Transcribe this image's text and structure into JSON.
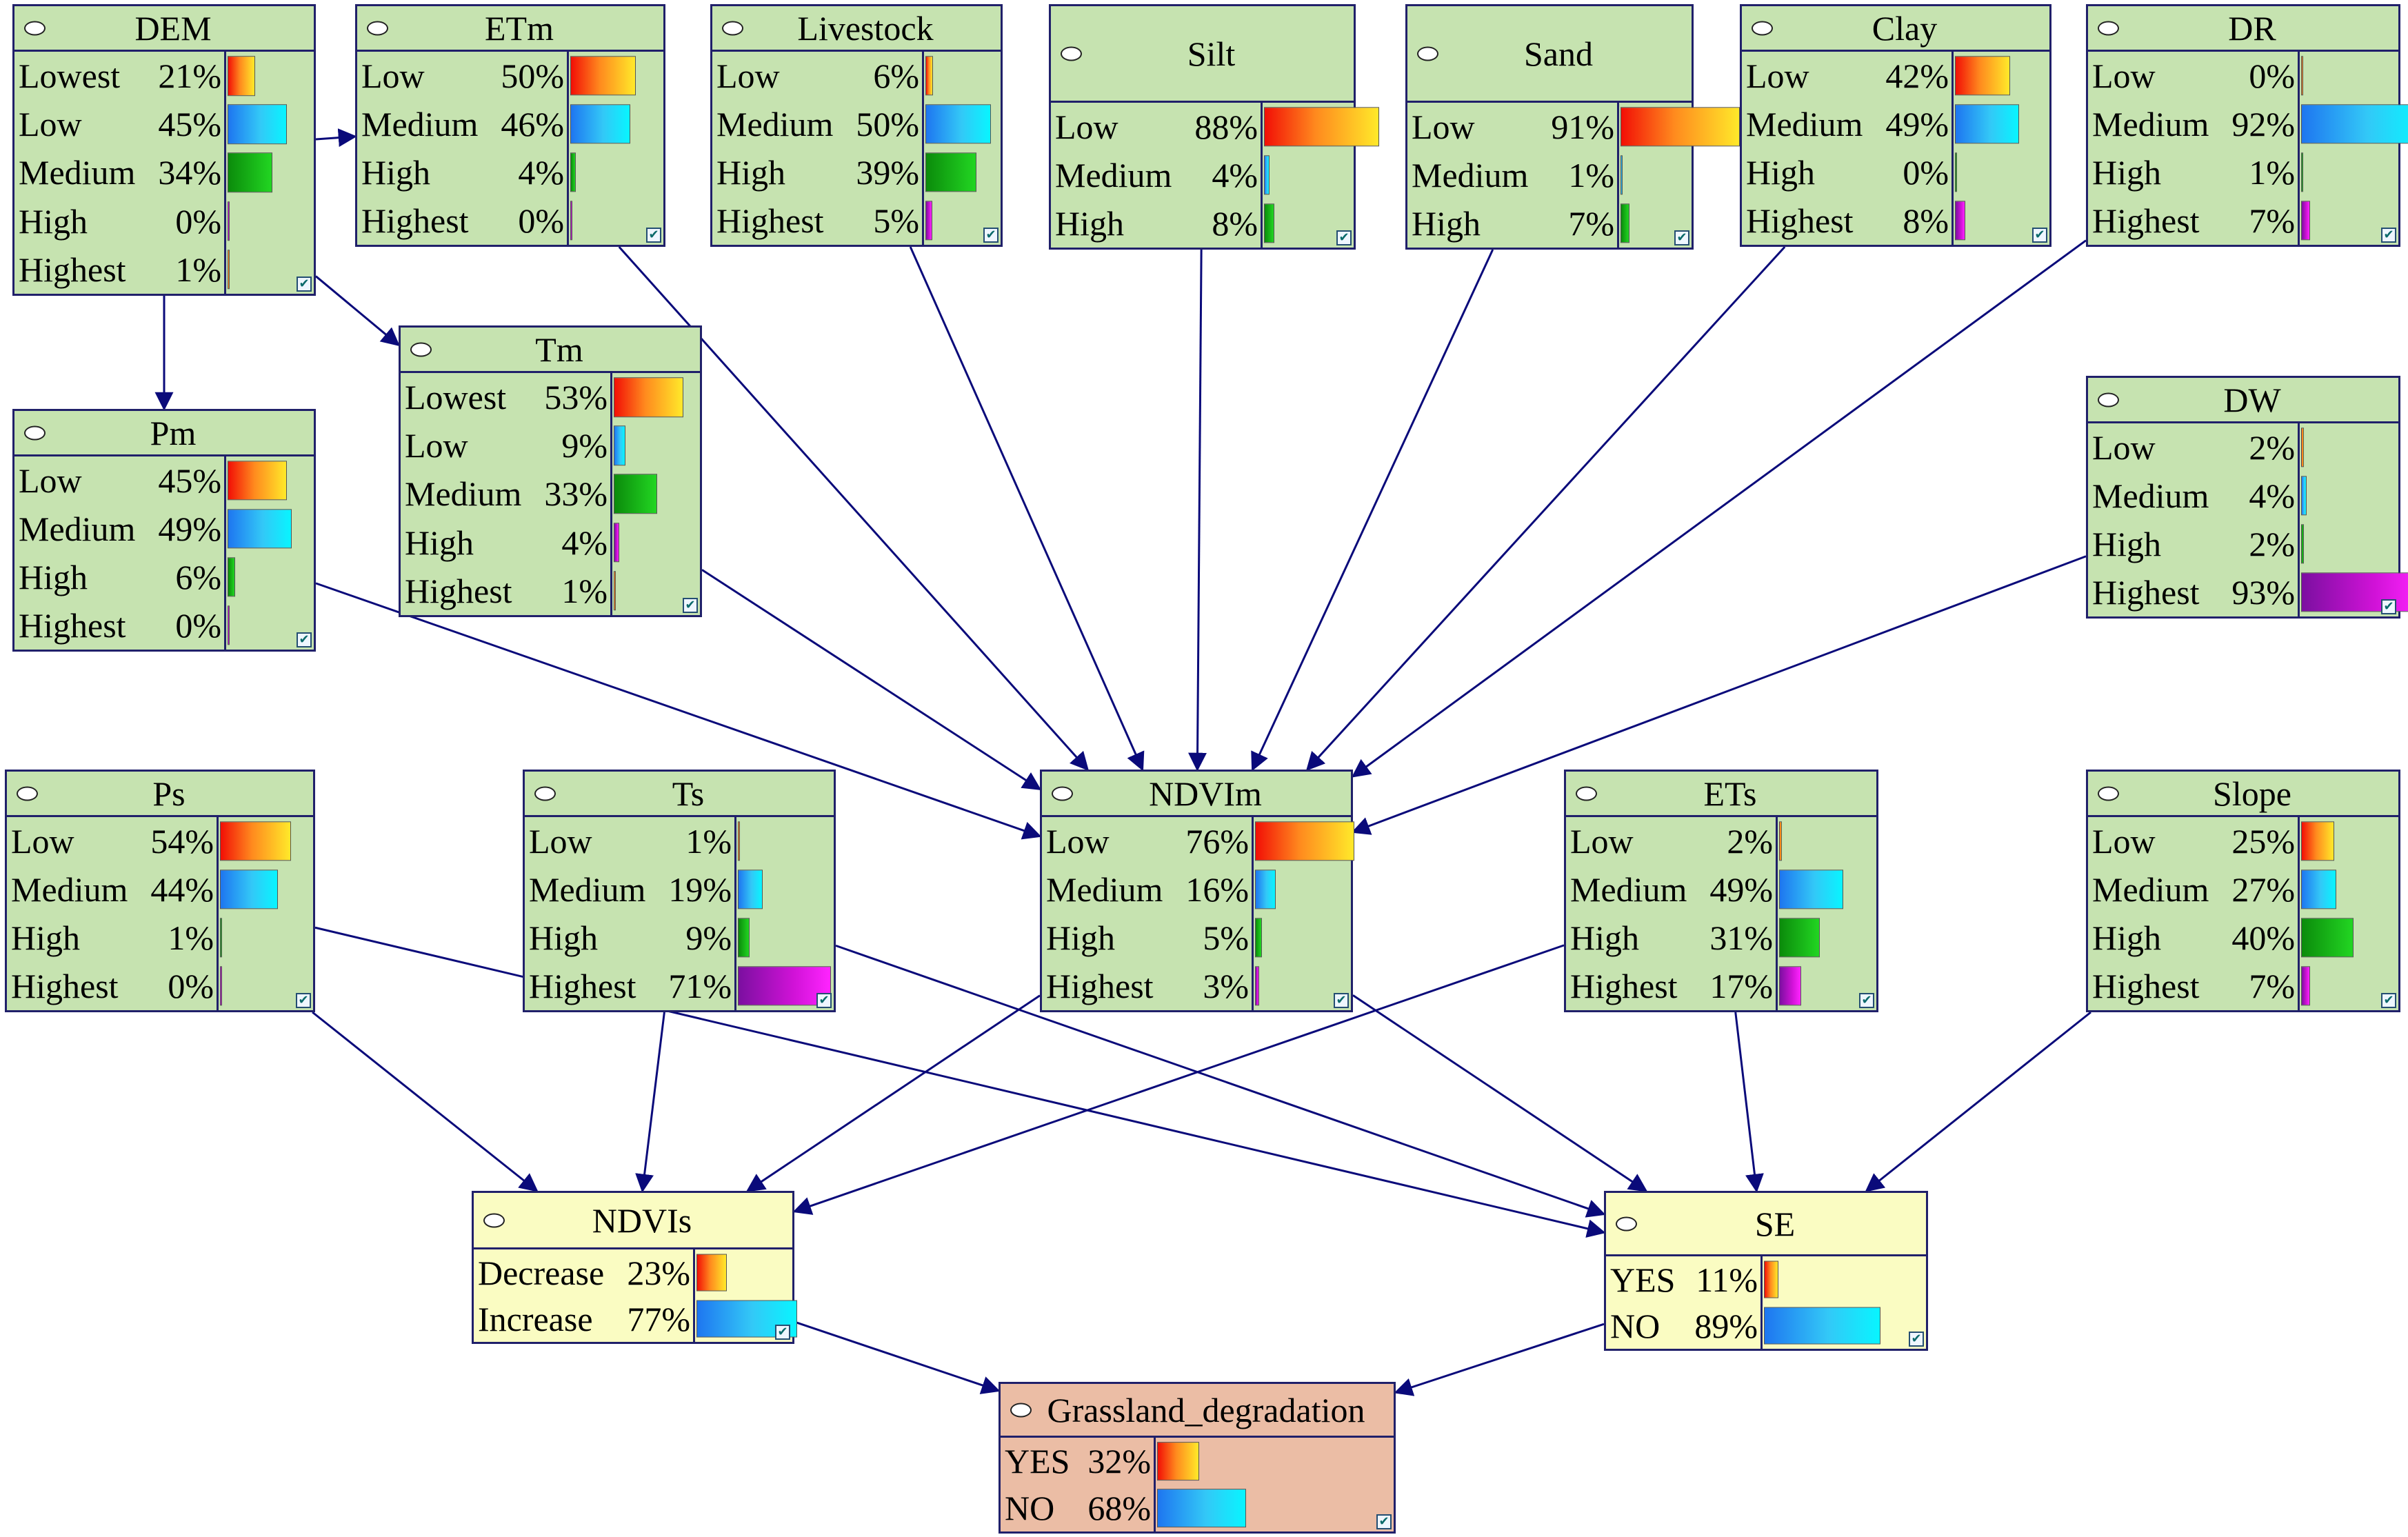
{
  "colors": {
    "edge": "#0a0a7a",
    "border": "#20206a",
    "green_node": "#c6e3b0",
    "yellow_node": "#fafcc2",
    "orange_node": "#ebbda5"
  },
  "icons": {
    "node_marker": "oval-icon",
    "node_check": "check-icon"
  },
  "nodes": [
    {
      "id": "dem",
      "title": "DEM",
      "color": "green",
      "states": [
        {
          "label": "Lowest",
          "value": "21%",
          "fraction": 0.21
        },
        {
          "label": "Low",
          "value": "45%",
          "fraction": 0.45
        },
        {
          "label": "Medium",
          "value": "34%",
          "fraction": 0.34
        },
        {
          "label": "High",
          "value": "0%",
          "fraction": 0.0
        },
        {
          "label": "Highest",
          "value": "1%",
          "fraction": 0.01
        }
      ]
    },
    {
      "id": "etm",
      "title": "ETm",
      "color": "green",
      "states": [
        {
          "label": "Low",
          "value": "50%",
          "fraction": 0.5
        },
        {
          "label": "Medium",
          "value": "46%",
          "fraction": 0.46
        },
        {
          "label": "High",
          "value": "4%",
          "fraction": 0.04
        },
        {
          "label": "Highest",
          "value": "0%",
          "fraction": 0.0
        }
      ]
    },
    {
      "id": "livestock",
      "title": "Livestock",
      "color": "green",
      "states": [
        {
          "label": "Low",
          "value": "6%",
          "fraction": 0.06
        },
        {
          "label": "Medium",
          "value": "50%",
          "fraction": 0.5
        },
        {
          "label": "High",
          "value": "39%",
          "fraction": 0.39
        },
        {
          "label": "Highest",
          "value": "5%",
          "fraction": 0.05
        }
      ]
    },
    {
      "id": "silt",
      "title": "Silt",
      "color": "green",
      "states": [
        {
          "label": "Low",
          "value": "88%",
          "fraction": 0.88
        },
        {
          "label": "Medium",
          "value": "4%",
          "fraction": 0.04
        },
        {
          "label": "High",
          "value": "8%",
          "fraction": 0.08
        }
      ]
    },
    {
      "id": "sand",
      "title": "Sand",
      "color": "green",
      "states": [
        {
          "label": "Low",
          "value": "91%",
          "fraction": 0.91
        },
        {
          "label": "Medium",
          "value": "1%",
          "fraction": 0.01
        },
        {
          "label": "High",
          "value": "7%",
          "fraction": 0.07
        }
      ]
    },
    {
      "id": "clay",
      "title": "Clay",
      "color": "green",
      "states": [
        {
          "label": "Low",
          "value": "42%",
          "fraction": 0.42
        },
        {
          "label": "Medium",
          "value": "49%",
          "fraction": 0.49
        },
        {
          "label": "High",
          "value": "0%",
          "fraction": 0.0
        },
        {
          "label": "Highest",
          "value": "8%",
          "fraction": 0.08
        }
      ]
    },
    {
      "id": "dr",
      "title": "DR",
      "color": "green",
      "states": [
        {
          "label": "Low",
          "value": "0%",
          "fraction": 0.0
        },
        {
          "label": "Medium",
          "value": "92%",
          "fraction": 0.92
        },
        {
          "label": "High",
          "value": "1%",
          "fraction": 0.01
        },
        {
          "label": "Highest",
          "value": "7%",
          "fraction": 0.07
        }
      ]
    },
    {
      "id": "tm",
      "title": "Tm",
      "color": "green",
      "states": [
        {
          "label": "Lowest",
          "value": "53%",
          "fraction": 0.53
        },
        {
          "label": "Low",
          "value": "9%",
          "fraction": 0.09
        },
        {
          "label": "Medium",
          "value": "33%",
          "fraction": 0.33
        },
        {
          "label": "High",
          "value": "4%",
          "fraction": 0.04
        },
        {
          "label": "Highest",
          "value": "1%",
          "fraction": 0.01
        }
      ]
    },
    {
      "id": "pm",
      "title": "Pm",
      "color": "green",
      "states": [
        {
          "label": "Low",
          "value": "45%",
          "fraction": 0.45
        },
        {
          "label": "Medium",
          "value": "49%",
          "fraction": 0.49
        },
        {
          "label": "High",
          "value": "6%",
          "fraction": 0.06
        },
        {
          "label": "Highest",
          "value": "0%",
          "fraction": 0.0
        }
      ]
    },
    {
      "id": "dw",
      "title": "DW",
      "color": "green",
      "states": [
        {
          "label": "Low",
          "value": "2%",
          "fraction": 0.02
        },
        {
          "label": "Medium",
          "value": "4%",
          "fraction": 0.04
        },
        {
          "label": "High",
          "value": "2%",
          "fraction": 0.02
        },
        {
          "label": "Highest",
          "value": "93%",
          "fraction": 0.93
        }
      ]
    },
    {
      "id": "ps",
      "title": "Ps",
      "color": "green",
      "states": [
        {
          "label": "Low",
          "value": "54%",
          "fraction": 0.54
        },
        {
          "label": "Medium",
          "value": "44%",
          "fraction": 0.44
        },
        {
          "label": "High",
          "value": "1%",
          "fraction": 0.01
        },
        {
          "label": "Highest",
          "value": "0%",
          "fraction": 0.0
        }
      ]
    },
    {
      "id": "ts",
      "title": "Ts",
      "color": "green",
      "states": [
        {
          "label": "Low",
          "value": "1%",
          "fraction": 0.01
        },
        {
          "label": "Medium",
          "value": "19%",
          "fraction": 0.19
        },
        {
          "label": "High",
          "value": "9%",
          "fraction": 0.09
        },
        {
          "label": "Highest",
          "value": "71%",
          "fraction": 0.71
        }
      ]
    },
    {
      "id": "ndvim",
      "title": "NDVIm",
      "color": "green",
      "states": [
        {
          "label": "Low",
          "value": "76%",
          "fraction": 0.76
        },
        {
          "label": "Medium",
          "value": "16%",
          "fraction": 0.16
        },
        {
          "label": "High",
          "value": "5%",
          "fraction": 0.05
        },
        {
          "label": "Highest",
          "value": "3%",
          "fraction": 0.03
        }
      ]
    },
    {
      "id": "ets",
      "title": "ETs",
      "color": "green",
      "states": [
        {
          "label": "Low",
          "value": "2%",
          "fraction": 0.02
        },
        {
          "label": "Medium",
          "value": "49%",
          "fraction": 0.49
        },
        {
          "label": "High",
          "value": "31%",
          "fraction": 0.31
        },
        {
          "label": "Highest",
          "value": "17%",
          "fraction": 0.17
        }
      ]
    },
    {
      "id": "slope",
      "title": "Slope",
      "color": "green",
      "states": [
        {
          "label": "Low",
          "value": "25%",
          "fraction": 0.25
        },
        {
          "label": "Medium",
          "value": "27%",
          "fraction": 0.27
        },
        {
          "label": "High",
          "value": "40%",
          "fraction": 0.4
        },
        {
          "label": "Highest",
          "value": "7%",
          "fraction": 0.07
        }
      ]
    },
    {
      "id": "ndvis",
      "title": "NDVIs",
      "color": "yellow",
      "states": [
        {
          "label": "Decrease",
          "value": "23%",
          "fraction": 0.23
        },
        {
          "label": "Increase",
          "value": "77%",
          "fraction": 0.77
        }
      ]
    },
    {
      "id": "se",
      "title": "SE",
      "color": "yellow",
      "states": [
        {
          "label": "YES",
          "value": "11%",
          "fraction": 0.11
        },
        {
          "label": "NO",
          "value": "89%",
          "fraction": 0.89
        }
      ]
    },
    {
      "id": "gd",
      "title": "Grassland_degradation",
      "color": "orange",
      "states": [
        {
          "label": "YES",
          "value": "32%",
          "fraction": 0.32
        },
        {
          "label": "NO",
          "value": "68%",
          "fraction": 0.68
        }
      ]
    }
  ],
  "edges": [
    {
      "from": "dem",
      "to": "etm"
    },
    {
      "from": "dem",
      "to": "pm"
    },
    {
      "from": "dem",
      "to": "tm"
    },
    {
      "from": "etm",
      "to": "ndvim"
    },
    {
      "from": "livestock",
      "to": "ndvim"
    },
    {
      "from": "silt",
      "to": "ndvim"
    },
    {
      "from": "sand",
      "to": "ndvim"
    },
    {
      "from": "clay",
      "to": "ndvim"
    },
    {
      "from": "dr",
      "to": "ndvim"
    },
    {
      "from": "dw",
      "to": "ndvim"
    },
    {
      "from": "tm",
      "to": "ndvim"
    },
    {
      "from": "pm",
      "to": "ndvim"
    },
    {
      "from": "ps",
      "to": "ndvis"
    },
    {
      "from": "ps",
      "to": "se"
    },
    {
      "from": "ts",
      "to": "ndvis"
    },
    {
      "from": "ts",
      "to": "se"
    },
    {
      "from": "ndvim",
      "to": "ndvis"
    },
    {
      "from": "ndvim",
      "to": "se"
    },
    {
      "from": "ets",
      "to": "ndvis"
    },
    {
      "from": "ets",
      "to": "se"
    },
    {
      "from": "slope",
      "to": "se"
    },
    {
      "from": "ndvis",
      "to": "gd"
    },
    {
      "from": "se",
      "to": "gd"
    }
  ]
}
